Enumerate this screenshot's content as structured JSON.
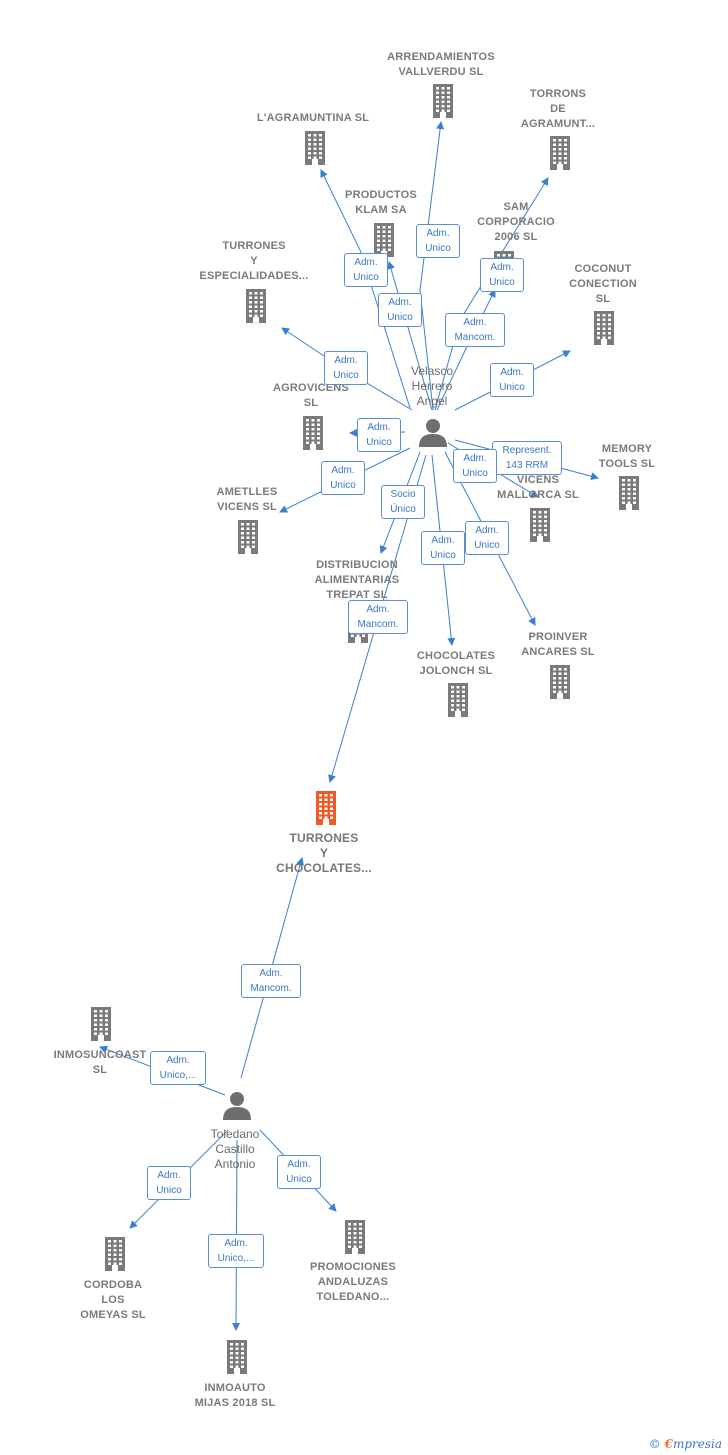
{
  "companies": [
    {
      "id": "arrendamientos",
      "label": "ARRENDAMIENTOS\nVALLVERDU SL"
    },
    {
      "id": "agramuntina",
      "label": "L'AGRAMUNTINA SL"
    },
    {
      "id": "torrons",
      "label": "TORRONS\nDE\nAGRAMUNT..."
    },
    {
      "id": "productos",
      "label": "PRODUCTOS\nKLAM SA"
    },
    {
      "id": "sam",
      "label": "SAM\nCORPORACIO\n2006  SL"
    },
    {
      "id": "turrones-esp",
      "label": "TURRONES\nY\nESPECIALIDADES..."
    },
    {
      "id": "coconut",
      "label": "COCONUT\nCONECTION\nSL"
    },
    {
      "id": "agrovicens",
      "label": "AGROVICENS\nSL"
    },
    {
      "id": "memory",
      "label": "MEMORY\nTOOLS  SL"
    },
    {
      "id": "vicens-mallorca",
      "label": "VICENS\nMALLORCA  SL"
    },
    {
      "id": "ametlles",
      "label": "AMETLLES\nVICENS  SL"
    },
    {
      "id": "distribucion",
      "label": "DISTRIBUCION\nALIMENTARIAS\nTREPAT  SL"
    },
    {
      "id": "proinver",
      "label": "PROINVER\nANCARES SL"
    },
    {
      "id": "chocolates",
      "label": "CHOCOLATES\nJOLONCH SL"
    },
    {
      "id": "focus",
      "label": "TURRONES\nY\nCHOCOLATES..."
    },
    {
      "id": "inmosuncoast",
      "label": "INMOSUNCOAST\nSL"
    },
    {
      "id": "cordoba",
      "label": "CORDOBA\nLOS\nOMEYAS  SL"
    },
    {
      "id": "promociones",
      "label": "PROMOCIONES\nANDALUZAS\nTOLEDANO..."
    },
    {
      "id": "inmoauto",
      "label": "INMOAUTO\nMIJAS 2018  SL"
    }
  ],
  "persons": [
    {
      "id": "velasco",
      "label": "Velasco\nHerrero\nAngel"
    },
    {
      "id": "toledano",
      "label": "Toledano\nCastillo\nAntonio"
    }
  ],
  "roles": [
    {
      "id": "r-arrend",
      "label": "Adm.\nUnico"
    },
    {
      "id": "r-agram",
      "label": "Adm.\nUnico"
    },
    {
      "id": "r-productos",
      "label": "Adm.\nUnico"
    },
    {
      "id": "r-torrons",
      "label": "Adm.\nUnico"
    },
    {
      "id": "r-sam",
      "label": "Adm.\nMancom."
    },
    {
      "id": "r-turresp",
      "label": "Adm.\nUnico"
    },
    {
      "id": "r-coconut",
      "label": "Adm.\nUnico"
    },
    {
      "id": "r-agrov",
      "label": "Adm.\nUnico"
    },
    {
      "id": "r-memory",
      "label": "Represent.\n143 RRM"
    },
    {
      "id": "r-vicens",
      "label": "Adm.\nUnico"
    },
    {
      "id": "r-ametlles",
      "label": "Adm.\nUnico"
    },
    {
      "id": "r-distrib",
      "label": "Socio\nÚnico"
    },
    {
      "id": "r-choc",
      "label": "Adm.\nUnico"
    },
    {
      "id": "r-proinver",
      "label": "Adm.\nUnico"
    },
    {
      "id": "r-focus1",
      "label": "Adm.\nMancom."
    },
    {
      "id": "r-focus2",
      "label": "Adm.\nMancom."
    },
    {
      "id": "r-inmosun",
      "label": "Adm.\nUnico,..."
    },
    {
      "id": "r-cordoba",
      "label": "Adm.\nUnico"
    },
    {
      "id": "r-inmoauto",
      "label": "Adm.\nUnico,..."
    },
    {
      "id": "r-promo",
      "label": "Adm.\nUnico"
    }
  ],
  "colors": {
    "edge": "#3a7fd0",
    "building": "#7a7a7a",
    "focus_building": "#f05a28",
    "person": "#6e6e6e"
  },
  "credit": {
    "symbol": "©",
    "brand_initial": "€",
    "brand_rest": "mpresia"
  }
}
